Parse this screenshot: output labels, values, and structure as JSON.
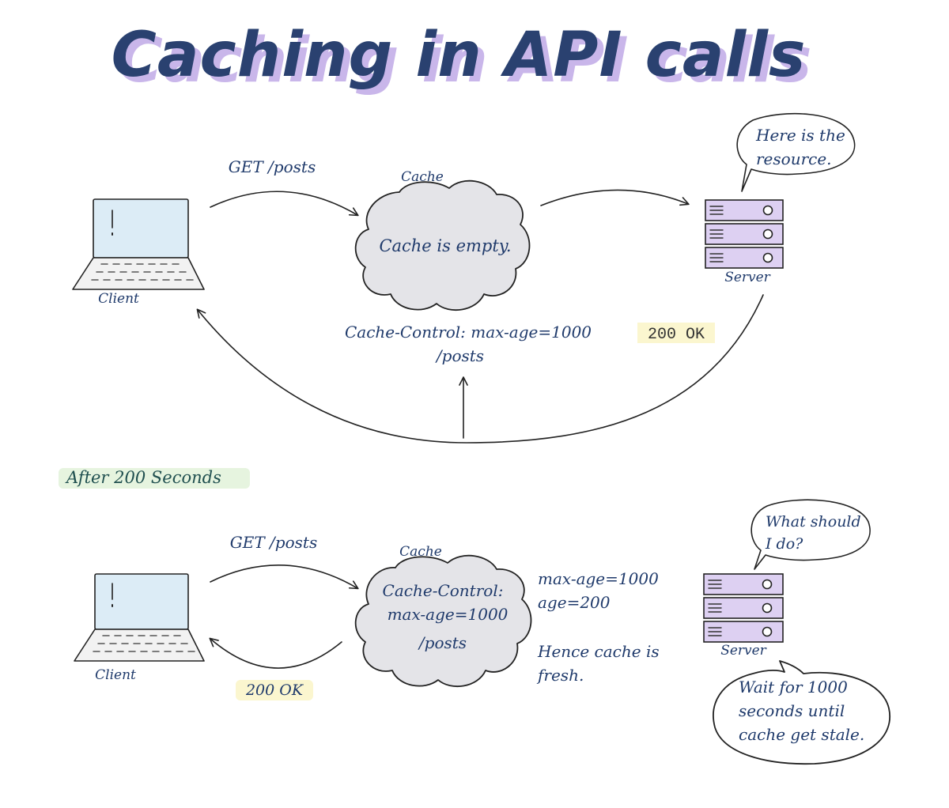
{
  "title": "Caching in API calls",
  "colors": {
    "title_ink": "#2a4170",
    "title_shadow": "#c9b6ea",
    "text_ink": "#1f3a6b",
    "cloud_fill": "#e4e4e8",
    "server_fill": "#ddd0f2",
    "screen_fill": "#dcecf6",
    "yellow_highlight": "#fbf6cf",
    "green_highlight": "#e6f4df"
  },
  "top_scene": {
    "client_label": "Client",
    "request_label": "GET /posts",
    "cache_label": "Cache",
    "cache_message": "Cache is empty.",
    "server_label": "Server",
    "server_speech": [
      "Here is the",
      "resource."
    ],
    "response_status": "200 OK",
    "cache_header_line1": "Cache-Control: max-age=1000",
    "cache_header_line2": "/posts"
  },
  "divider_label": "After 200 Seconds",
  "bottom_scene": {
    "client_label": "Client",
    "request_label": "GET /posts",
    "cache_label": "Cache",
    "cache_content": [
      "Cache-Control:",
      "max-age=1000",
      "/posts"
    ],
    "response_status": "200 OK",
    "cache_info": [
      "max-age=1000",
      "age=200"
    ],
    "cache_fresh_note": [
      "Hence cache is",
      "fresh."
    ],
    "server_label": "Server",
    "server_speech": [
      "What should",
      "I do?"
    ],
    "server_wait_note": [
      "Wait for 1000",
      "seconds until",
      "cache get stale."
    ]
  },
  "icons": {
    "client": "laptop-icon",
    "cache": "cloud-icon",
    "server": "server-rack-icon"
  }
}
